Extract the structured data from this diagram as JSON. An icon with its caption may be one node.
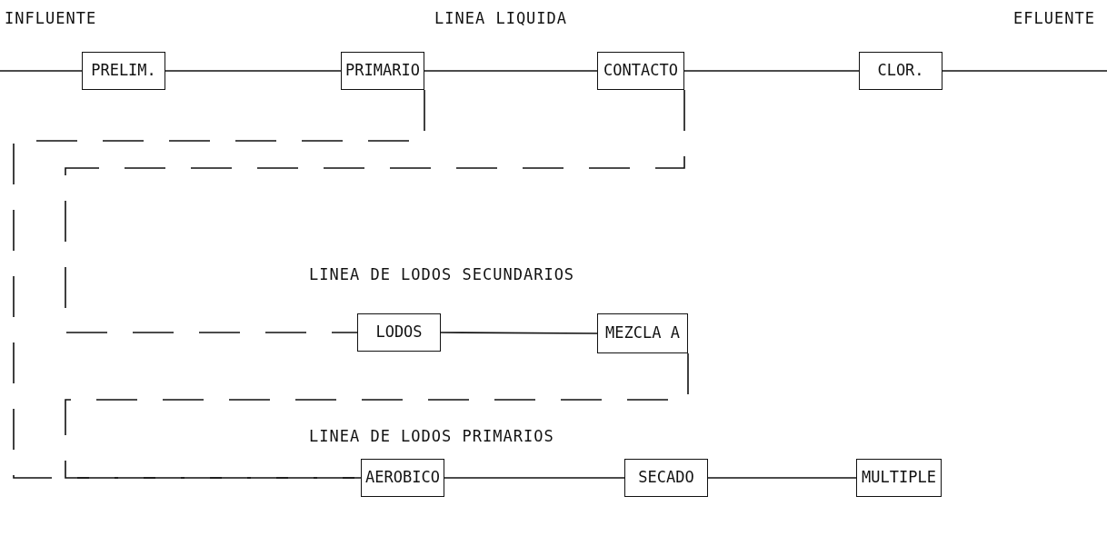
{
  "diagram": {
    "nodes": [
      {
        "text": [
          "PRELIM."
        ]
      },
      {
        "text": [
          "PRIMARIO"
        ]
      },
      {
        "text": [
          "CONTACTO"
        ]
      },
      {
        "text": [
          "CLOR."
        ]
      },
      {
        "text": [
          "LODOS"
        ]
      },
      {
        "text": [
          "MEZCLA A"
        ]
      },
      {
        "text": [
          "AEROBICO"
        ]
      },
      {
        "text": [
          "SECADO"
        ]
      },
      {
        "text": [
          "MULTIPLE"
        ]
      }
    ],
    "edges": [
      {
        "from": null,
        "to": 0,
        "arrow": "none"
      },
      {
        "from": 0,
        "to": 1,
        "arrow": "none"
      },
      {
        "from": 1,
        "to": 2,
        "arrow": "none"
      },
      {
        "from": 2,
        "to": 3,
        "arrow": "none"
      },
      {
        "from": 3,
        "to": null,
        "arrow": "none"
      },
      {
        "from": 1,
        "to": 6,
        "arrow": "none",
        "style": "dashed"
      },
      {
        "from": 2,
        "to": 4,
        "arrow": "none",
        "style": "dashed"
      },
      {
        "from": 4,
        "to": 5,
        "arrow": "none"
      },
      {
        "from": 5,
        "to": 6,
        "arrow": "none",
        "style": "dashed"
      },
      {
        "from": 6,
        "to": 7,
        "arrow": "none"
      },
      {
        "from": 7,
        "to": 8,
        "arrow": "none"
      }
    ],
    "labels": [
      "INFLUENTE",
      "LINEA LIQUIDA",
      "EFLUENTE",
      "LINEA DE LODOS SECUNDARIOS",
      "LINEA DE LODOS PRIMARIOS"
    ]
  }
}
